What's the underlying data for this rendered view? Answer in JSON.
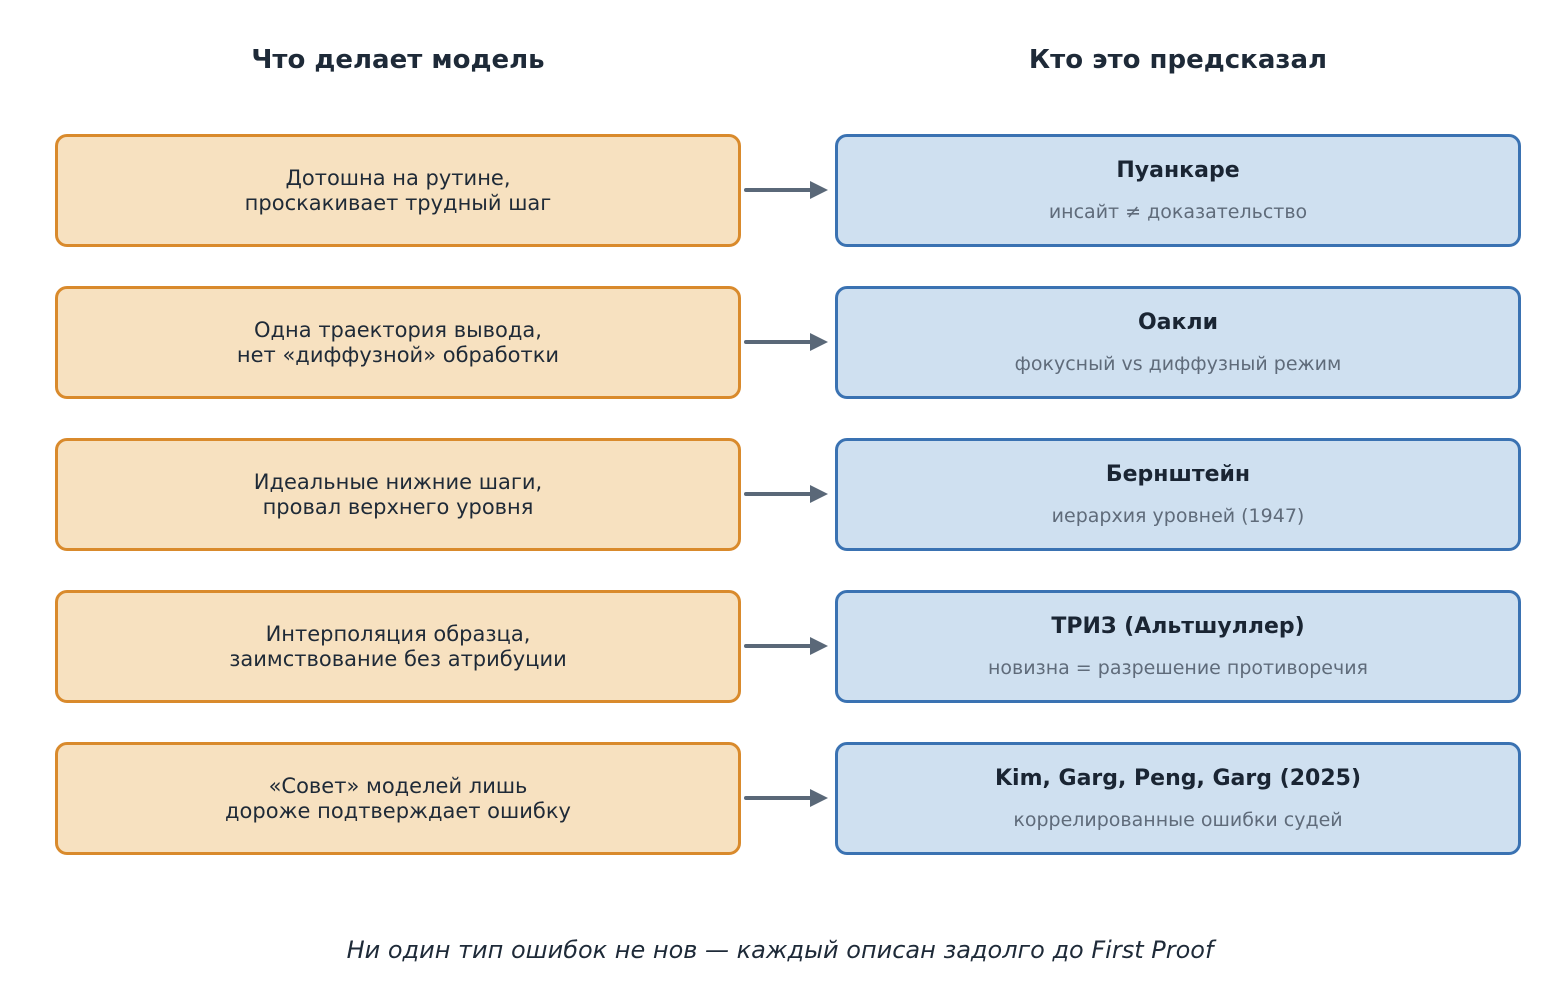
{
  "headers": {
    "left": "Что делает модель",
    "right": "Кто это предсказал"
  },
  "rows": [
    {
      "left_text": "Дотошна на рутине,\nпроскакивает трудный шаг",
      "right_title": "Пуанкаре",
      "right_sub": "инсайт ≠ доказательство"
    },
    {
      "left_text": "Одна траектория вывода,\nнет «диффузной» обработки",
      "right_title": "Оакли",
      "right_sub": "фокусный vs диффузный режим"
    },
    {
      "left_text": "Идеальные нижние шаги,\nпровал верхнего уровня",
      "right_title": "Бернштейн",
      "right_sub": "иерархия уровней (1947)"
    },
    {
      "left_text": "Интерполяция образца,\nзаимствование без атрибуции",
      "right_title": "ТРИЗ (Альтшуллер)",
      "right_sub": "новизна = разрешение противоречия"
    },
    {
      "left_text": "«Совет» моделей лишь\nдороже подтверждает ошибку",
      "right_title": "Kim, Garg, Peng, Garg (2025)",
      "right_sub": "коррелированные ошибки судей"
    }
  ],
  "footer": "Ни один тип ошибок не нов — каждый описан задолго до First Proof",
  "colors": {
    "left_fill": "#f7e1c0",
    "left_border": "#d98a2c",
    "right_fill": "#cfe0f0",
    "right_border": "#3a72b2",
    "arrow": "#5a6878"
  }
}
